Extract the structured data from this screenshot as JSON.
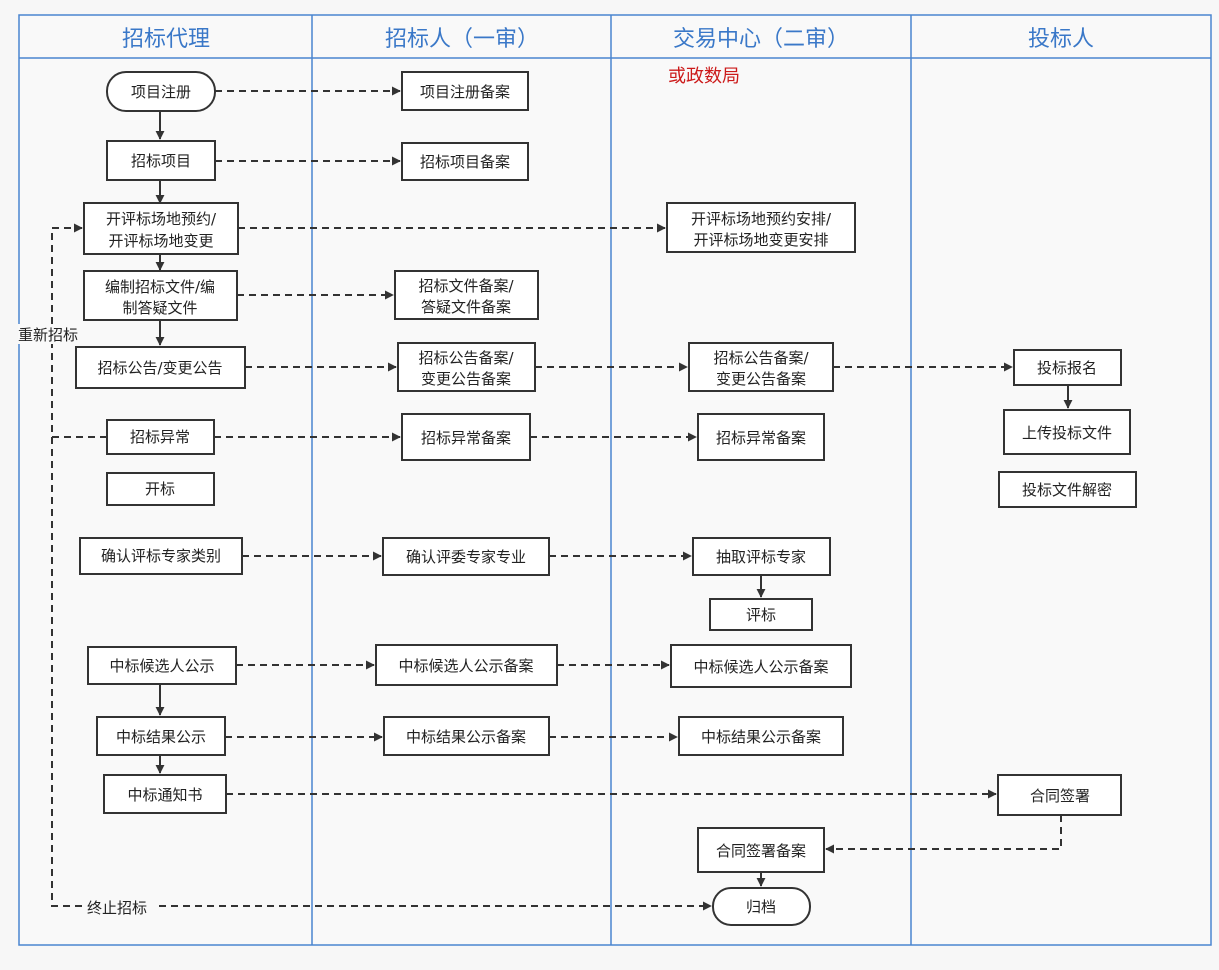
{
  "lanes": [
    "招标代理",
    "招标人（一审）",
    "交易中心（二审）",
    "投标人"
  ],
  "note": "或政数局",
  "boxes": {
    "xmzc": "项目注册",
    "zbxm": "招标项目",
    "kpyy": [
      "开评标场地预约/",
      "开评标场地变更"
    ],
    "bzwj": [
      "编制招标文件/编",
      "制答疑文件"
    ],
    "zbgg": "招标公告/变更公告",
    "zbyc": "招标异常",
    "kb": "开标",
    "qrlb": "确认评标专家类别",
    "hxgs": "中标候选人公示",
    "jggs": "中标结果公示",
    "tzs": "中标通知书",
    "xmzcba": "项目注册备案",
    "zbxmba": "招标项目备案",
    "wjba": [
      "招标文件备案/",
      "答疑文件备案"
    ],
    "ggba1": [
      "招标公告备案/",
      "变更公告备案"
    ],
    "ycba1": "招标异常备案",
    "qrzy": "确认评委专家专业",
    "hxba1": "中标候选人公示备案",
    "jgba1": "中标结果公示备案",
    "kpap": [
      "开评标场地预约安排/",
      "开评标场地变更安排"
    ],
    "ggba2": [
      "招标公告备案/",
      "变更公告备案"
    ],
    "ycba2": "招标异常备案",
    "cqzj": "抽取评标专家",
    "pb": "评标",
    "hxba2": "中标候选人公示备案",
    "jgba2": "中标结果公示备案",
    "htba": "合同签署备案",
    "gd": "归档",
    "tbbm": "投标报名",
    "scwj": "上传投标文件",
    "jm": "投标文件解密",
    "htqs": "合同签署"
  },
  "labels": {
    "cxzb": "重新招标",
    "zzzb": "终止招标"
  }
}
